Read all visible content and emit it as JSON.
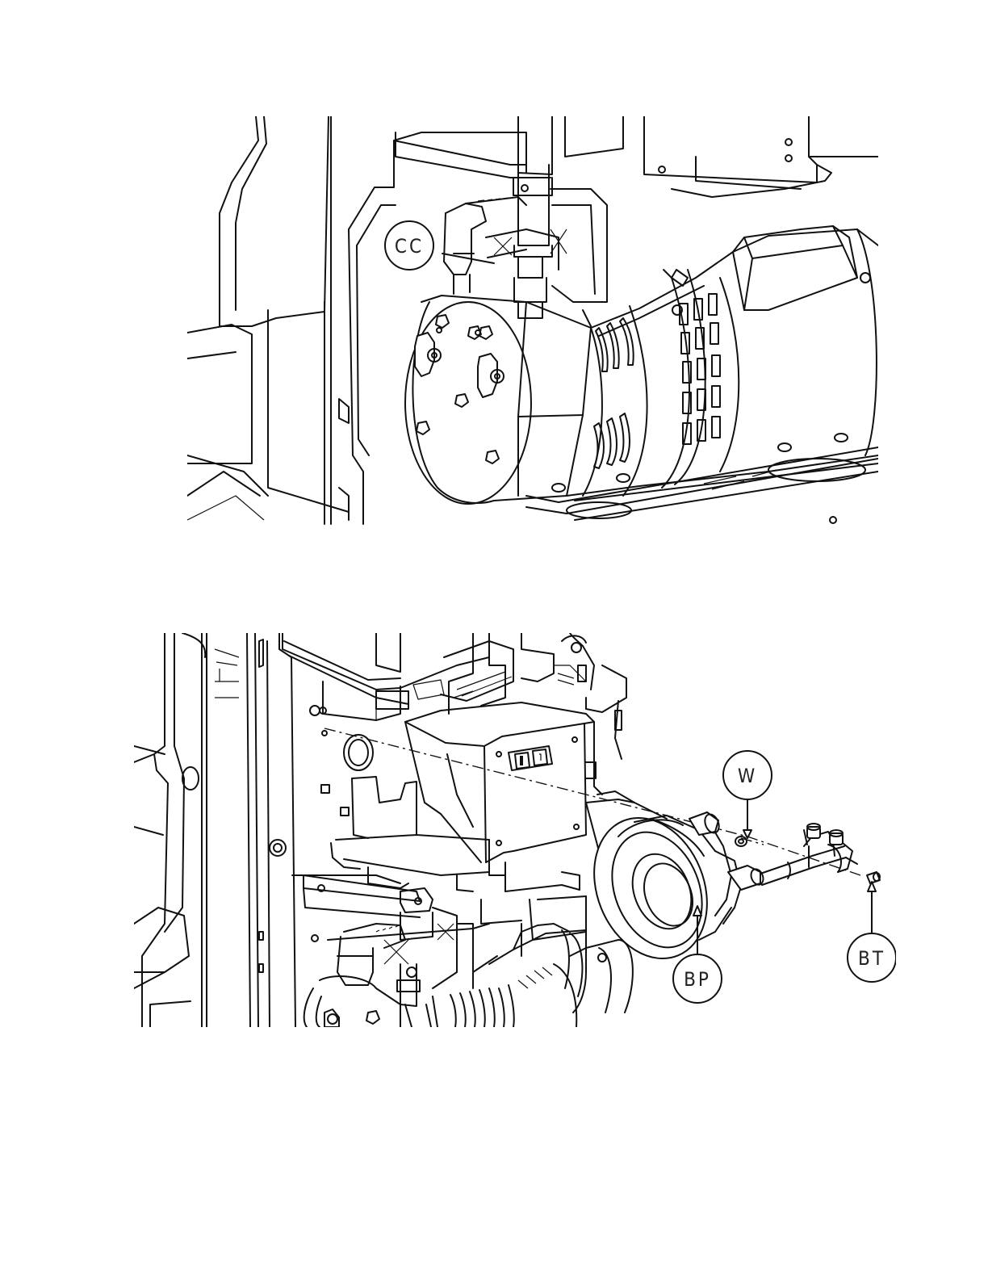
{
  "figures": [
    {
      "id": "figure-top",
      "callouts": [
        {
          "key": "cc",
          "label": "CC"
        }
      ]
    },
    {
      "id": "figure-bottom",
      "callouts": [
        {
          "key": "w",
          "label": "W"
        },
        {
          "key": "bp",
          "label": "BP"
        },
        {
          "key": "bt",
          "label": "BT"
        }
      ]
    }
  ],
  "colors": {
    "line": "#111111",
    "background": "#ffffff"
  }
}
